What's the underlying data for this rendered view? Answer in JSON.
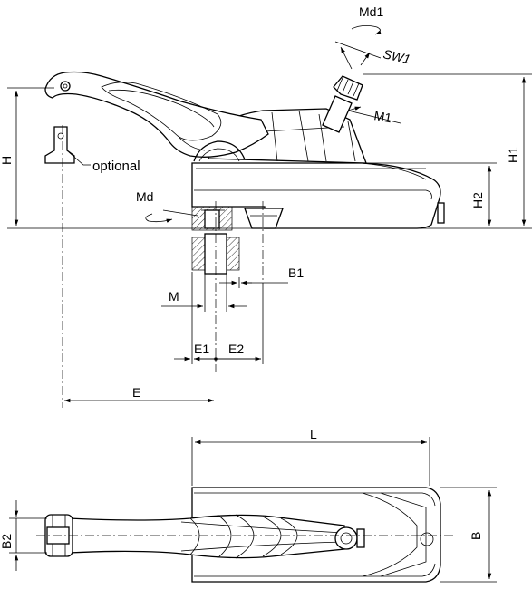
{
  "labels": {
    "md1": "Md1",
    "sw1": "SW1",
    "m1": "M1",
    "h": "H",
    "h1": "H1",
    "h2": "H2",
    "optional": "optional",
    "md": "Md",
    "b1": "B1",
    "m": "M",
    "e1": "E1",
    "e2": "E2",
    "e": "E",
    "l": "L",
    "b2": "B2",
    "b": "B"
  },
  "colors": {
    "line": "#000000",
    "background": "#ffffff"
  }
}
